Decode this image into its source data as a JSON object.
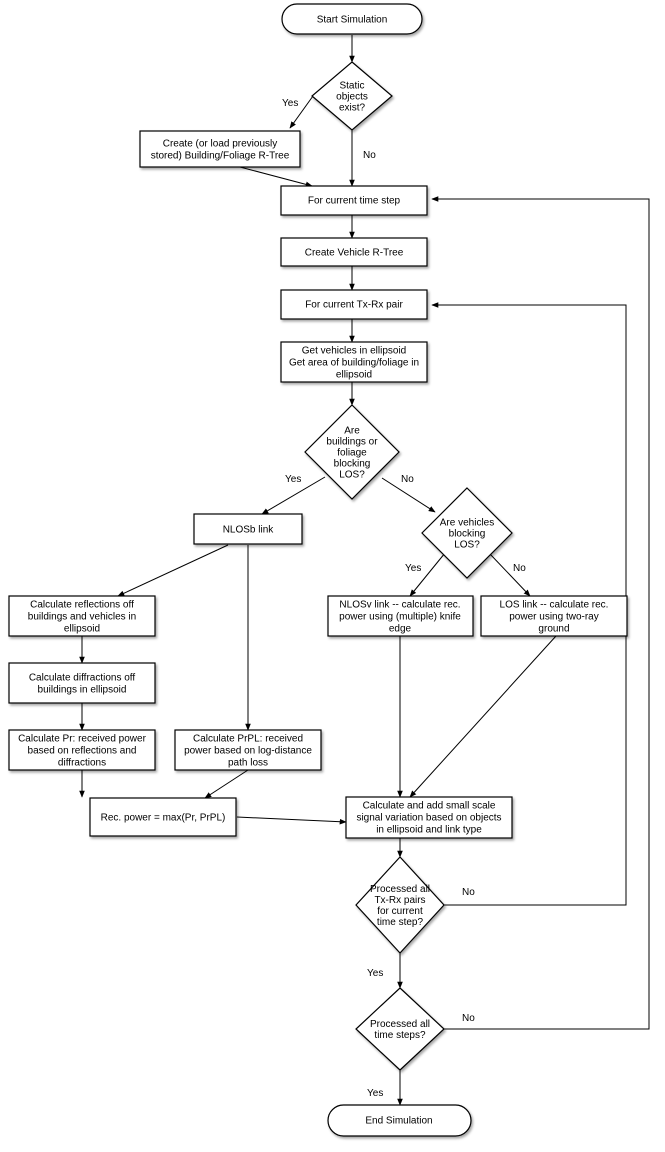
{
  "nodes": {
    "start": [
      "Start Simulation"
    ],
    "static_objects": [
      "Static",
      "objects",
      "exist?"
    ],
    "create_building_rtree": [
      "Create (or load previously",
      "stored) Building/Foliage R-Tree"
    ],
    "time_step": [
      "For current time step"
    ],
    "create_vehicle_rtree": [
      "Create Vehicle R-Tree"
    ],
    "txrx_pair": [
      "For current Tx-Rx pair"
    ],
    "get_vehicles": [
      "Get vehicles in ellipsoid",
      "Get area of building/foliage in",
      "ellipsoid"
    ],
    "buildings_blocking": [
      "Are",
      "buildings or",
      "foliage",
      "blocking",
      "LOS?"
    ],
    "nlosb_link": [
      "NLOSb link"
    ],
    "vehicles_blocking": [
      "Are vehicles",
      "blocking",
      "LOS?"
    ],
    "calc_reflections": [
      "Calculate reflections off",
      "buildings and vehicles in",
      "ellipsoid"
    ],
    "calc_diffractions": [
      "Calculate diffractions off",
      "buildings in ellipsoid"
    ],
    "calc_pr": [
      "Calculate Pr: received power",
      "based on reflections and",
      "diffractions"
    ],
    "calc_prpl": [
      "Calculate PrPL: received",
      "power based on log-distance",
      "path loss"
    ],
    "nlosv_link": [
      "NLOSv link -- calculate rec.",
      "power using (multiple) knife",
      "edge"
    ],
    "los_link": [
      "LOS link -- calculate rec.",
      "power using two-ray",
      "ground"
    ],
    "rec_power": [
      "Rec. power = max(Pr, PrPL)"
    ],
    "small_scale": [
      "Calculate and add small scale",
      "signal variation based on objects",
      "in ellipsoid and link type"
    ],
    "processed_pairs": [
      "Processed all",
      "Tx-Rx pairs",
      "for current",
      "time step?"
    ],
    "processed_steps": [
      "Processed all",
      "time steps?"
    ],
    "end": [
      "End Simulation"
    ]
  },
  "edge_labels": {
    "static_yes": "Yes",
    "static_no": "No",
    "buildings_yes": "Yes",
    "buildings_no": "No",
    "vehicles_yes": "Yes",
    "vehicles_no": "No",
    "pairs_no": "No",
    "pairs_yes": "Yes",
    "steps_no": "No",
    "steps_yes": "Yes"
  }
}
